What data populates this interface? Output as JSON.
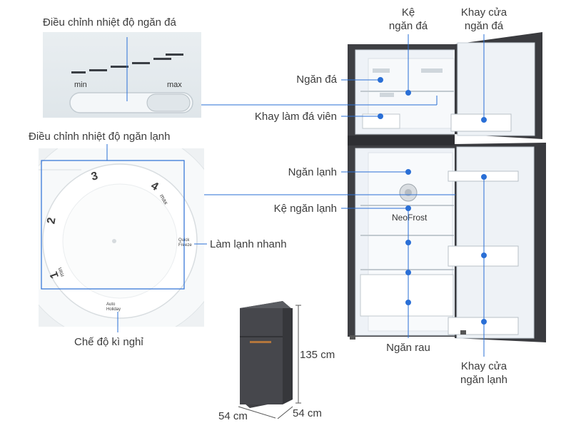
{
  "labels": {
    "ice_temp_control": "Điều chỉnh nhiệt độ ngăn đá",
    "dial_min": "min",
    "dial_max": "max",
    "fridge_temp_control": "Điều chỉnh nhiệt độ ngăn lạnh",
    "dial_num_1": "1",
    "dial_num_2": "2",
    "dial_num_3": "3",
    "dial_num_4": "4",
    "dial_min_small": "min",
    "dial_max_small": "max",
    "quick_freeze_label": "Làm lạnh nhanh",
    "quick_freeze_icon_text": "Quick Freeze",
    "holiday_label": "Chế độ kì nghỉ",
    "holiday_icon_text": "Auto Holiday",
    "freezer_shelf": "Kệ\nngăn đá",
    "freezer_door_tray": "Khay cửa\nngăn đá",
    "freezer": "Ngăn đá",
    "ice_tray": "Khay làm đá viên",
    "fridge": "Ngăn lạnh",
    "fridge_shelf": "Kệ ngăn lạnh",
    "neofrost": "NeoFrost",
    "veg_drawer": "Ngăn rau",
    "fridge_door_tray": "Khay cửa\nngăn lạnh",
    "height": "135 cm",
    "width": "54 cm",
    "depth": "54 cm"
  },
  "colors": {
    "accent": "#2a6fd6",
    "fridge_body": "#3e3f43",
    "interior": "#eef2f7"
  }
}
